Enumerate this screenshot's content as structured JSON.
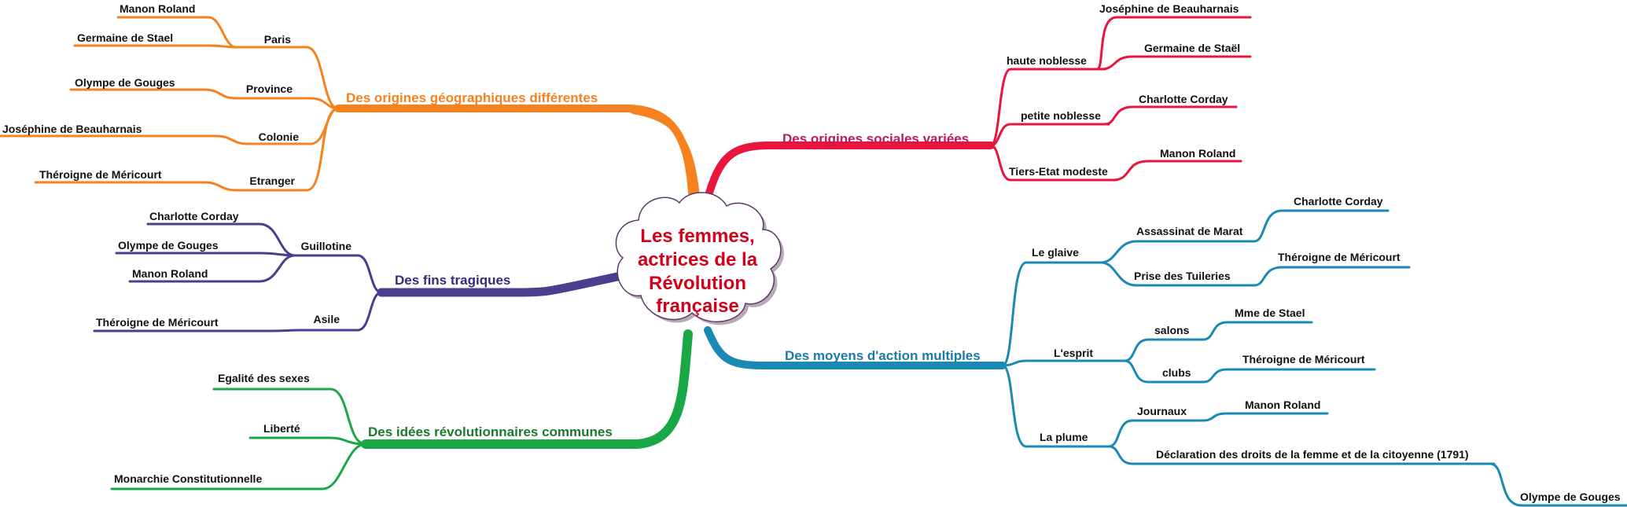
{
  "center": {
    "lines": [
      "Les femmes,",
      "actrices de la",
      "Révolution",
      "française"
    ],
    "color": "#d0021b"
  },
  "colors": {
    "geo": "#f5821f",
    "social": "#e8153c",
    "social_text": "#c2185b",
    "fins": "#4a3f8f",
    "fins_text": "#3a2a7a",
    "idees": "#1aa745",
    "idees_text": "#1a7a2a",
    "moyens": "#1a8ab4",
    "moyens_text": "#1a7aa8"
  },
  "branches": {
    "geo": {
      "label": "Des origines géographiques différentes",
      "paris": "Paris",
      "paris_leaves": [
        "Manon Roland",
        "Germaine de Stael"
      ],
      "province": "Province",
      "province_leaf": "Olympe de Gouges",
      "colonie": "Colonie",
      "colonie_leaf": "Joséphine de Beauharnais",
      "etranger": "Etranger",
      "etranger_leaf": "Théroigne de Méricourt"
    },
    "social": {
      "label": "Des origines sociales variées",
      "haute": "haute noblesse",
      "haute_leaves": [
        "Joséphine de Beauharnais",
        "Germaine de Staël"
      ],
      "petite": "petite noblesse",
      "petite_leaf": "Charlotte Corday",
      "tiers": "Tiers-Etat modeste",
      "tiers_leaf": "Manon Roland"
    },
    "fins": {
      "label": "Des fins tragiques",
      "guillotine": "Guillotine",
      "guillotine_leaves": [
        "Charlotte Corday",
        "Olympe de Gouges",
        "Manon Roland"
      ],
      "asile": "Asile",
      "asile_leaf": "Théroigne de Méricourt"
    },
    "idees": {
      "label": "Des idées révolutionnaires communes",
      "items": [
        "Egalité des sexes",
        "Liberté",
        "Monarchie Constitutionnelle"
      ]
    },
    "moyens": {
      "label": "Des moyens d'action multiples",
      "glaive": "Le glaive",
      "assassinat": "Assassinat de Marat",
      "assassinat_leaf": "Charlotte Corday",
      "tuileries": "Prise des Tuileries",
      "tuileries_leaf": "Théroigne de Méricourt",
      "esprit": "L'esprit",
      "salons": "salons",
      "salons_leaf": "Mme de Stael",
      "clubs": "clubs",
      "clubs_leaf": "Théroigne de Méricourt",
      "plume": "La plume",
      "journaux": "Journaux",
      "journaux_leaf": "Manon Roland",
      "declaration": "Déclaration des droits de la femme et de la citoyenne (1791)",
      "declaration_leaf": "Olympe de Gouges"
    }
  }
}
